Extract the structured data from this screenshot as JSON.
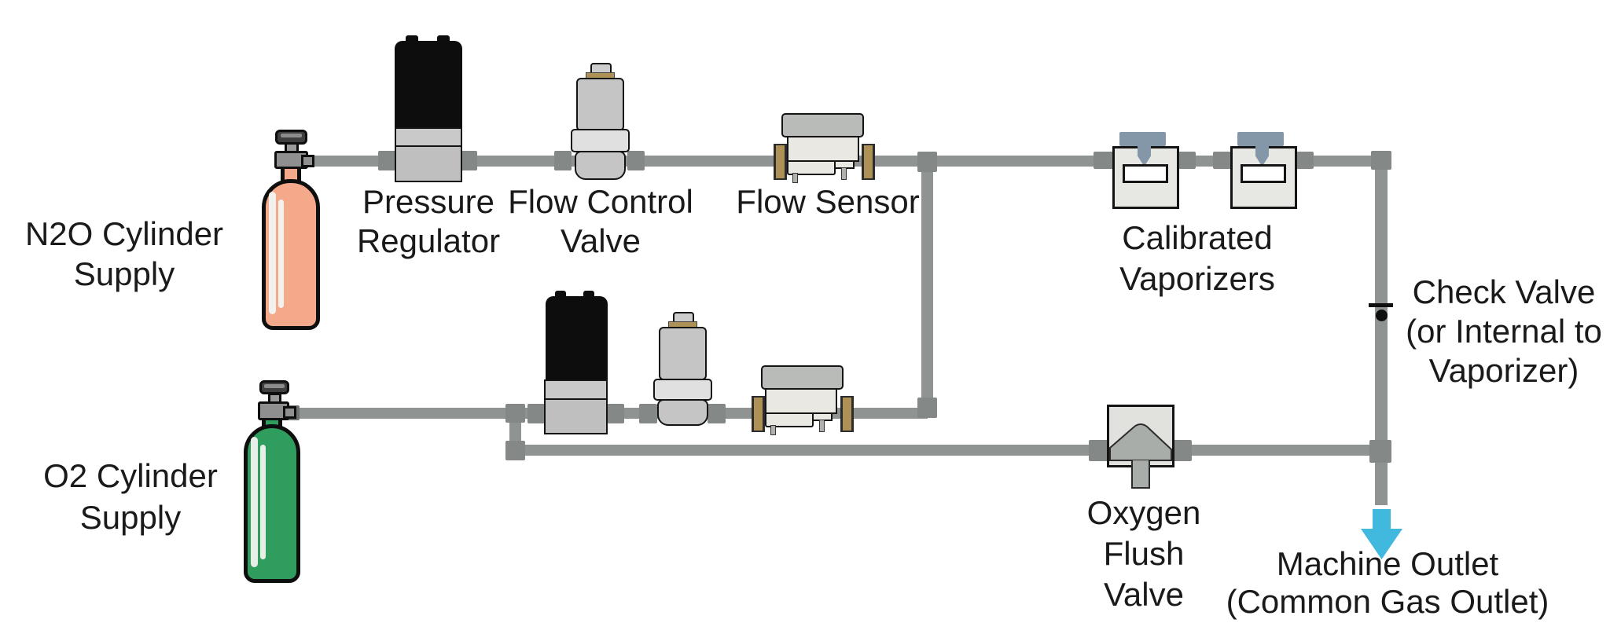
{
  "diagram": {
    "labels": {
      "n2o_supply": {
        "line1": "N2O Cylinder",
        "line2": "Supply"
      },
      "o2_supply": {
        "line1": "O2 Cylinder",
        "line2": "Supply"
      },
      "pressure_regulator": {
        "line1": "Pressure",
        "line2": "Regulator"
      },
      "flow_control_valve": {
        "line1": "Flow Control",
        "line2": "Valve"
      },
      "flow_sensor": {
        "line1": "Flow Sensor"
      },
      "calibrated_vaporizers": {
        "line1": "Calibrated",
        "line2": "Vaporizers"
      },
      "check_valve": {
        "line1": "Check Valve",
        "line2": "(or Internal to",
        "line3": "Vaporizer)"
      },
      "oxygen_flush_valve": {
        "line1": "Oxygen",
        "line2": "Flush",
        "line3": "Valve"
      },
      "machine_outlet": {
        "line1": "Machine Outlet",
        "line2": "(Common Gas Outlet)"
      }
    },
    "colors": {
      "pipe": "#8f9392",
      "fitting": "#848887",
      "outline": "#141414",
      "cap_black": "#0d0d0d",
      "device_gray": "#c5c5c5",
      "device_light": "#e0e0e0",
      "reg_band": "#c9c9c9",
      "reg_lower": "#bfbfbf",
      "sensor_top": "#b9bbb9",
      "sensor_body": "#e9e8e3",
      "brass": "#ad9156",
      "vap_box": "#e7e7e3",
      "vap_handle": "#8497a8",
      "flush_box": "#e1e1dd",
      "flush_plunger": "#a9ada9",
      "n2o_cylinder": "#f4a98b",
      "o2_cylinder": "#2f9d5e",
      "arrow_cyan": "#41b9de",
      "text": "#1a1a1a"
    }
  }
}
